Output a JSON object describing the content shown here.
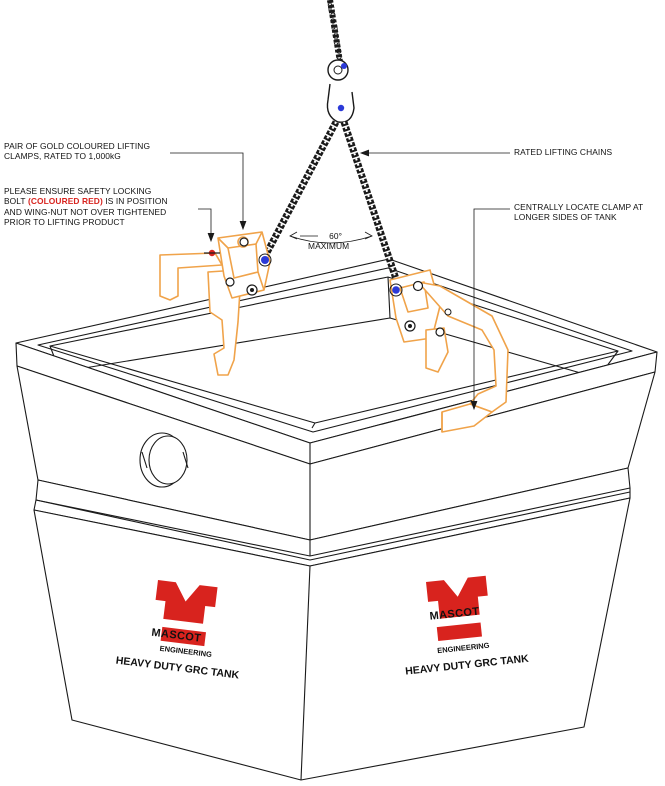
{
  "callouts": {
    "clamps": {
      "line1": "PAIR OF GOLD COLOURED LIFTING",
      "line2": "CLAMPS, RATED TO 1,000kG"
    },
    "safety": {
      "line1": "PLEASE ENSURE SAFETY LOCKING",
      "line2_pre": "BOLT ",
      "line2_red": "(COLOURED RED)",
      "line2_post": " IS IN POSITION",
      "line3": "AND WING-NUT NOT OVER TIGHTENED",
      "line4": "PRIOR TO LIFTING PRODUCT"
    },
    "chains": {
      "line1": "RATED LIFTING CHAINS"
    },
    "locate": {
      "line1": "CENTRALLY LOCATE CLAMP AT",
      "line2": "LONGER SIDES OF TANK"
    },
    "angle": {
      "line1": "60°",
      "line2": "MAXIMUM"
    }
  },
  "tank_labels": [
    {
      "brand": "MASCOT",
      "sub": "ENGINEERING",
      "product": "HEAVY DUTY GRC TANK"
    },
    {
      "brand": "MASCOT",
      "sub": "ENGINEERING",
      "product": "HEAVY DUTY GRC TANK"
    }
  ],
  "colors": {
    "clamp": "#f0a34a",
    "logo_red": "#d8231e",
    "bolt_blue": "#2b3ad8",
    "safety_red": "#d8231e",
    "line": "#1a1a1a"
  }
}
